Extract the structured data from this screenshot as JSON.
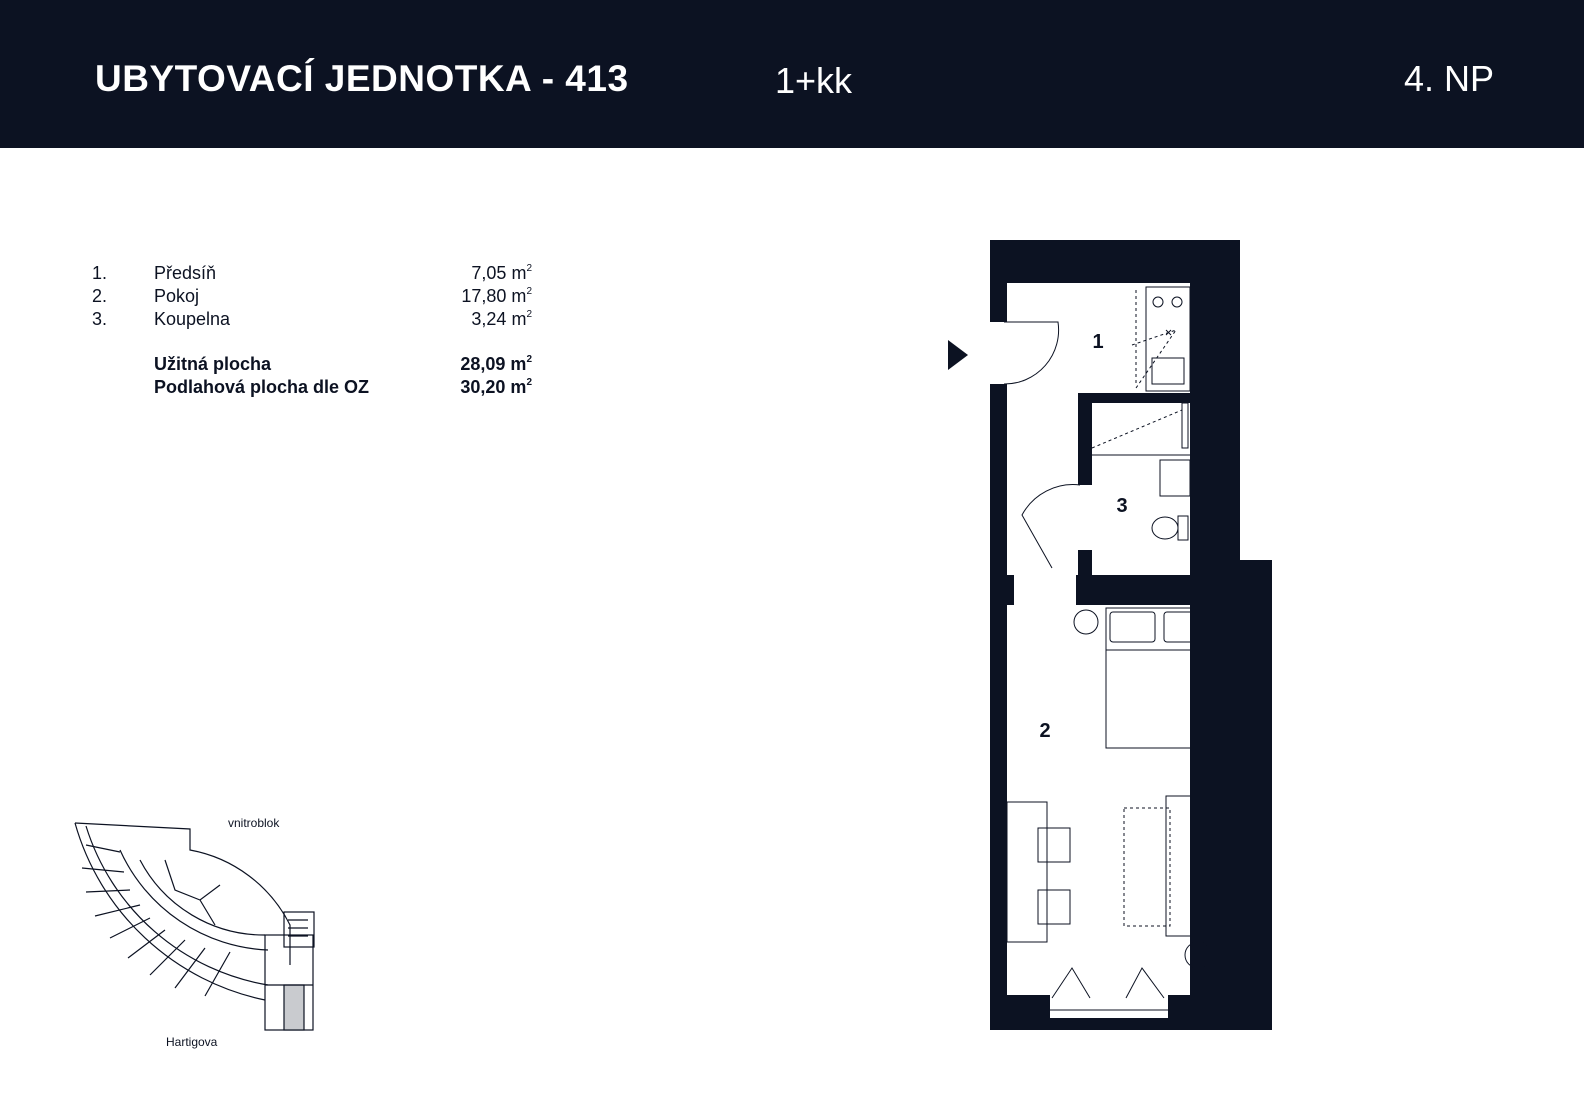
{
  "header": {
    "title": "UBYTOVACÍ JEDNOTKA - 413",
    "unit_type": "1+kk",
    "floor": "4. NP"
  },
  "rooms": [
    {
      "number": "1.",
      "name": "Předsíň",
      "area": "7,05 m",
      "unit_sup": "2"
    },
    {
      "number": "2.",
      "name": "Pokoj",
      "area": "17,80 m",
      "unit_sup": "2"
    },
    {
      "number": "3.",
      "name": "Koupelna",
      "area": "3,24 m",
      "unit_sup": "2"
    }
  ],
  "totals": [
    {
      "name": "Užitná plocha",
      "area": "28,09 m",
      "unit_sup": "2"
    },
    {
      "name": "Podlahová plocha dle OZ",
      "area": "30,20 m",
      "unit_sup": "2"
    }
  ],
  "plan_labels": {
    "room1": "1",
    "room2": "2",
    "room3": "3"
  },
  "site_plan": {
    "top_label": "vnitroblok",
    "bottom_label": "Hartigova"
  },
  "colors": {
    "dark": "#0c1222",
    "background": "#ffffff"
  },
  "icons": {
    "entrance": "triangle-right-icon"
  }
}
